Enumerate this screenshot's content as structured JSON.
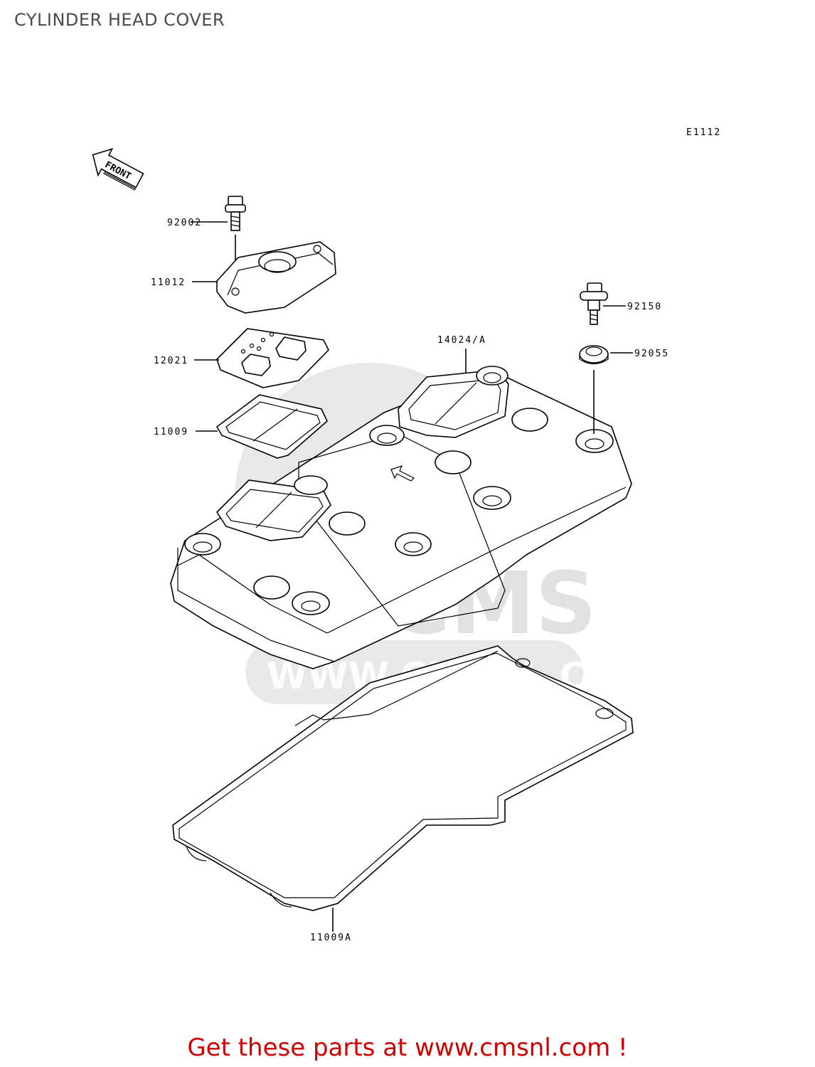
{
  "page": {
    "title": "CYLINDER HEAD COVER"
  },
  "diagram": {
    "code": "E1112",
    "front_arrow": "FRONT",
    "parts": [
      {
        "number": "92002"
      },
      {
        "number": "11012"
      },
      {
        "number": "12021"
      },
      {
        "number": "11009"
      },
      {
        "number": "14024/A"
      },
      {
        "number": "92150"
      },
      {
        "number": "92055"
      },
      {
        "number": "11009A"
      }
    ],
    "watermark": {
      "logo": "CMS",
      "url": "WWW.CMSNL.COM"
    }
  },
  "footer": {
    "link_text": "Get these parts at www.cmsnl.com !"
  },
  "colors": {
    "footer_text": "#cc0000",
    "title_text": "#4a4a4a",
    "lines": "#000000",
    "watermark": "#bdbdbd"
  }
}
